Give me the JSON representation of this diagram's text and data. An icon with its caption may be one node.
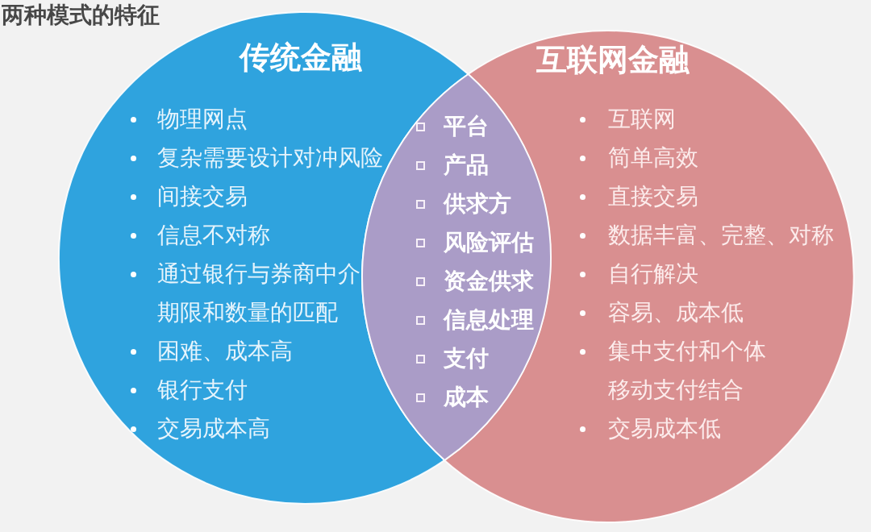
{
  "diagram": {
    "title": "两种模式的特征",
    "nodes": [
      {
        "text": [
          "传统金融",
          "物理网点",
          "复杂需要设计对冲风险",
          "间接交易",
          "信息不对称",
          "通过银行与券商中介期限和数量的匹配",
          "困难、成本高",
          "银行支付",
          "交易成本高"
        ]
      },
      {
        "text": [
          "平台",
          "产品",
          "供求方",
          "风险评估",
          "资金供求",
          "信息处理",
          "支付",
          "成本"
        ]
      },
      {
        "text": [
          "互联网金融",
          "互联网",
          "简单高效",
          "直接交易",
          "数据丰富、完整、对称",
          "自行解决",
          "容易、成本低",
          "集中支付和个体移动支付结合",
          "交易成本低"
        ]
      }
    ]
  }
}
